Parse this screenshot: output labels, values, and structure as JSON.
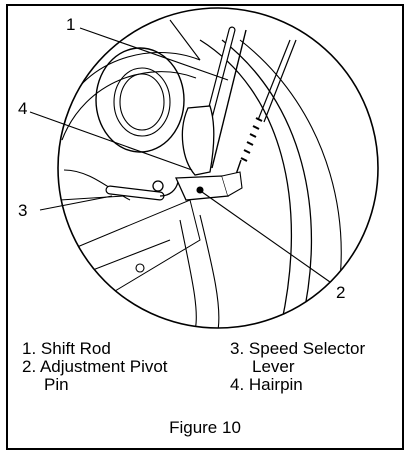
{
  "callouts": [
    "1",
    "2",
    "3",
    "4"
  ],
  "legend": {
    "item1": "1. Shift Rod",
    "item2_line1": "2. Adjustment Pivot",
    "item2_line2": "Pin",
    "item3_line1": "3. Speed Selector",
    "item3_line2": "Lever",
    "item4": "4. Hairpin"
  },
  "caption": "Figure 10"
}
